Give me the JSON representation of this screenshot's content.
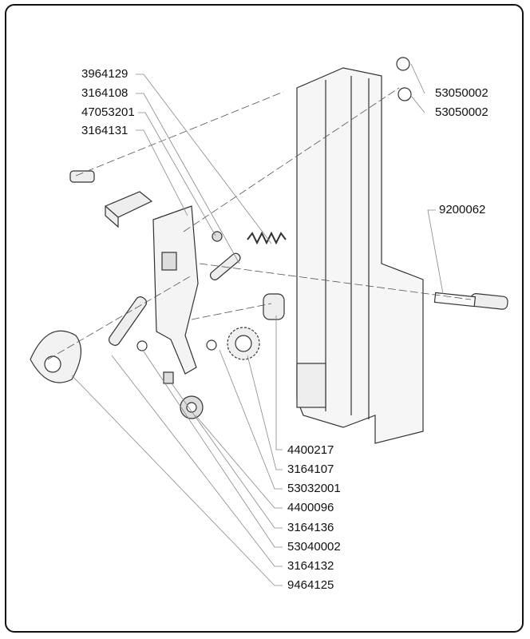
{
  "diagram": {
    "type": "exploded-parts-view",
    "labels_left_top": [
      "3964129",
      "3164108",
      "47053201",
      "3164131"
    ],
    "labels_right_top": [
      "53050002",
      "53050002"
    ],
    "label_right_mid": "9200062",
    "labels_bottom": [
      "4400217",
      "3164107",
      "53032001",
      "4400096",
      "3164136",
      "53040002",
      "3164132",
      "9464125"
    ]
  }
}
